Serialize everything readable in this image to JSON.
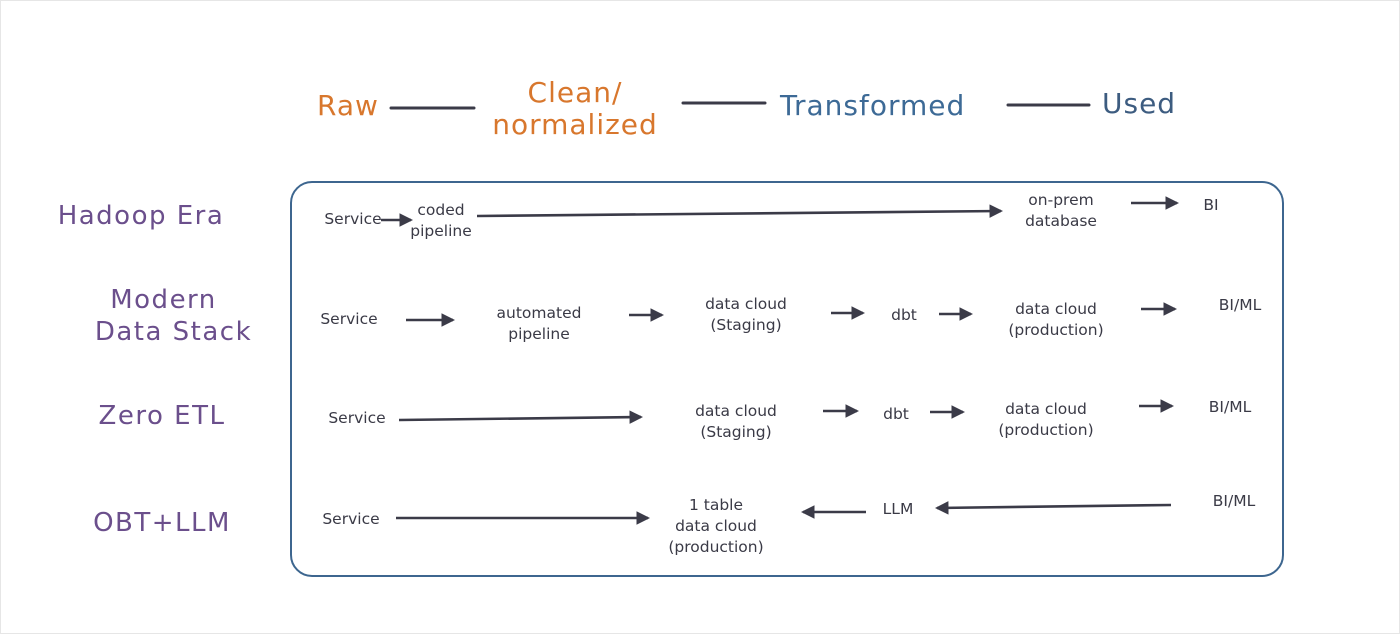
{
  "colors": {
    "raw": "#d8772d",
    "clean": "#d8772d",
    "transformed": "#3d6a96",
    "used": "#3d5c80",
    "era": "#6b4f8c",
    "node": "#3a3a46",
    "arrow": "#3b3b48",
    "frame": "#3d668f"
  },
  "stages": {
    "raw": "Raw",
    "clean": [
      "Clean/",
      "normalized"
    ],
    "transformed": "Transformed",
    "used": "Used"
  },
  "eras": {
    "hadoop": [
      "Hadoop Era"
    ],
    "mds": [
      "Modern",
      "Data Stack"
    ],
    "zero_etl": [
      "Zero ETL"
    ],
    "obt_llm": [
      "OBT+LLM"
    ]
  },
  "rows": {
    "hadoop": {
      "service": [
        "Service"
      ],
      "pipeline": [
        "coded",
        "pipeline"
      ],
      "database": [
        "on-prem",
        "database"
      ],
      "consumer": [
        "BI"
      ]
    },
    "mds": {
      "service": [
        "Service"
      ],
      "pipeline": [
        "automated",
        "pipeline"
      ],
      "staging": [
        "data cloud",
        "(Staging)"
      ],
      "dbt": [
        "dbt"
      ],
      "production": [
        "data cloud",
        "(production)"
      ],
      "consumer": [
        "BI/ML"
      ]
    },
    "zero_etl": {
      "service": [
        "Service"
      ],
      "staging": [
        "data cloud",
        "(Staging)"
      ],
      "dbt": [
        "dbt"
      ],
      "production": [
        "data cloud",
        "(production)"
      ],
      "consumer": [
        "BI/ML"
      ]
    },
    "obt_llm": {
      "service": [
        "Service"
      ],
      "table": [
        "1 table",
        "data cloud",
        "(production)"
      ],
      "llm": [
        "LLM"
      ],
      "consumer": [
        "BI/ML"
      ]
    }
  }
}
